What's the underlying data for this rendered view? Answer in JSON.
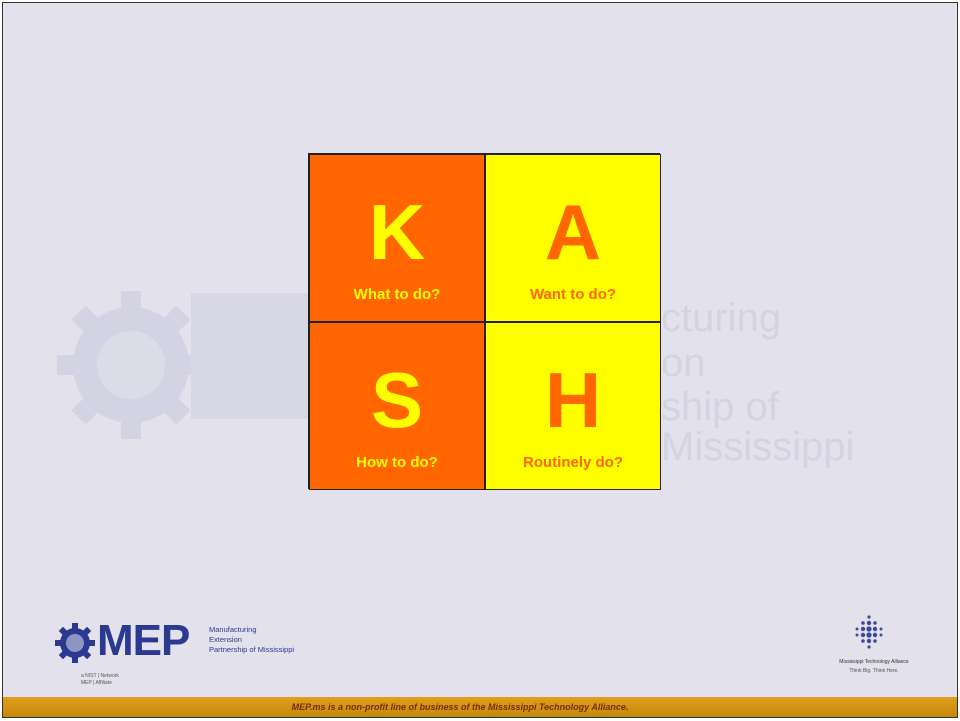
{
  "grid": {
    "cells": [
      {
        "letter": "K",
        "caption": "What to do?"
      },
      {
        "letter": "A",
        "caption": "Want to do?"
      },
      {
        "letter": "S",
        "caption": "How to do?"
      },
      {
        "letter": "H",
        "caption": "Routinely do?"
      }
    ]
  },
  "watermark": {
    "line1": "cturing",
    "line2": "on",
    "line3": "ship of Mississippi"
  },
  "mep_logo": {
    "word": "MEP",
    "tag_line1": "Manufacturing",
    "tag_line2": "Extension",
    "tag_line3": "Partnership of Mississippi",
    "affiliate_line1": "a NIST | Network",
    "affiliate_line2": "MEP | Affiliate"
  },
  "mta_logo": {
    "name": "Mississippi Technology Alliance",
    "tagline": "Think Big. Think Here."
  },
  "footer": {
    "text": "MEP.ms is a non-profit line of business of the Mississippi Technology Alliance."
  },
  "colors": {
    "orange": "#ff6600",
    "yellow": "#ffff00",
    "background": "#e2e1ec",
    "footer_bar": "#d89614",
    "mep_blue": "#2b3990"
  }
}
